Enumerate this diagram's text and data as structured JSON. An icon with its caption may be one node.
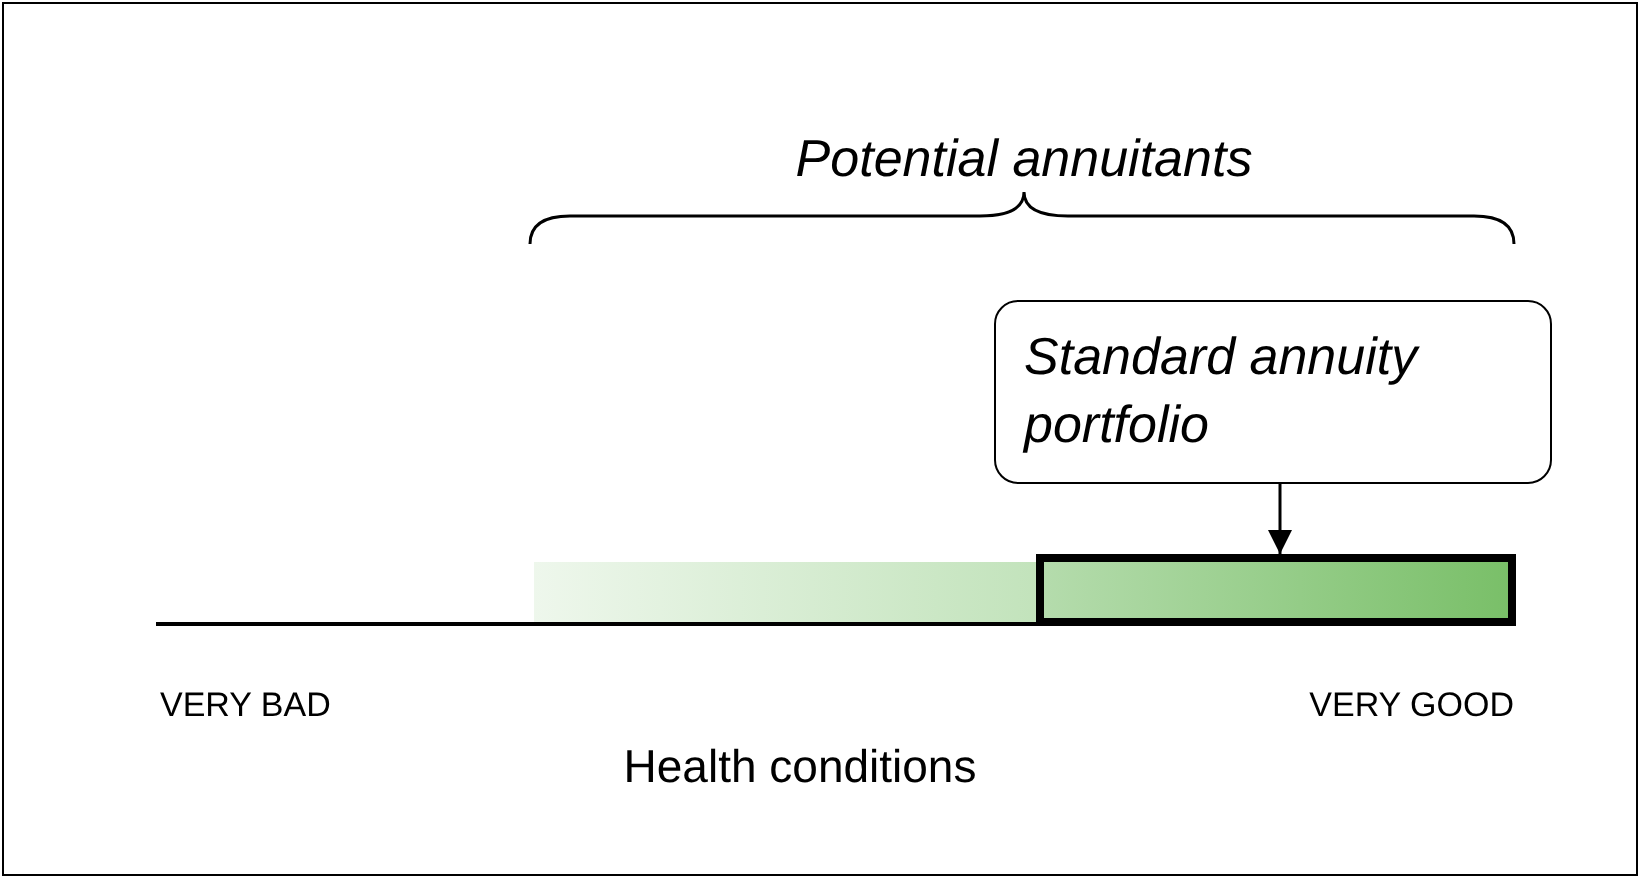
{
  "diagram": {
    "nodes": [
      {
        "text": [
          "Standard annuity portfolio"
        ]
      },
      {
        "text": [],
        "shape": "bar"
      },
      {
        "text": [],
        "shape": "bar"
      }
    ],
    "edges": [
      {
        "from": 0,
        "to": 2,
        "arrow": "to"
      }
    ],
    "labels": [
      "Potential annuitants",
      "VERY BAD",
      "VERY GOOD",
      "Health conditions"
    ]
  }
}
